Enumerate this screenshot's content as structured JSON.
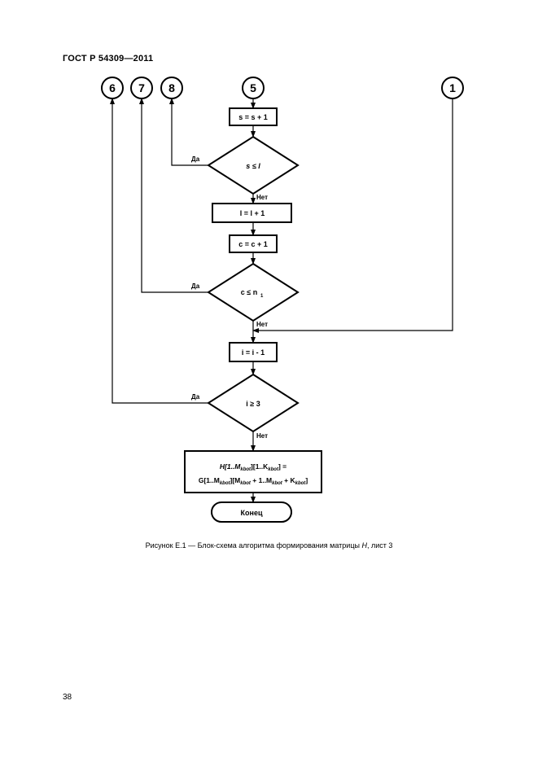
{
  "header": {
    "standard": "ГОСТ Р 54309—2011"
  },
  "connectors": {
    "c6": "6",
    "c7": "7",
    "c8": "8",
    "c5": "5",
    "c1": "1"
  },
  "blocks": {
    "s_inc": "s = s + 1",
    "cond_s": "s ≤ l",
    "l_inc": "l = l + 1",
    "c_inc": "c = c + 1",
    "cond_c_a": "c ≤ n",
    "cond_c_b": "1",
    "i_dec": "i = i - 1",
    "cond_i": "i ≥ 3",
    "end": "Конец"
  },
  "assign": {
    "l1_a": "H[1..M",
    "l1_b": "kbot",
    "l1_c": "][1..K",
    "l1_d": "kbot",
    "l1_e": "] =",
    "l2_a": "G[1..M",
    "l2_b": "kbot",
    "l2_c": "][M",
    "l2_d": "kbot",
    "l2_e": " + 1..M",
    "l2_f": "kbot",
    "l2_g": " + K",
    "l2_h": "kbot",
    "l2_i": "]"
  },
  "labels": {
    "yes": "Да",
    "no": "Нет"
  },
  "caption": {
    "prefix": "Рисунок Е.1 — Блок-схема алгоритма формирования матрицы ",
    "var": "H",
    "suffix": ", лист 3"
  },
  "page_number": "38"
}
